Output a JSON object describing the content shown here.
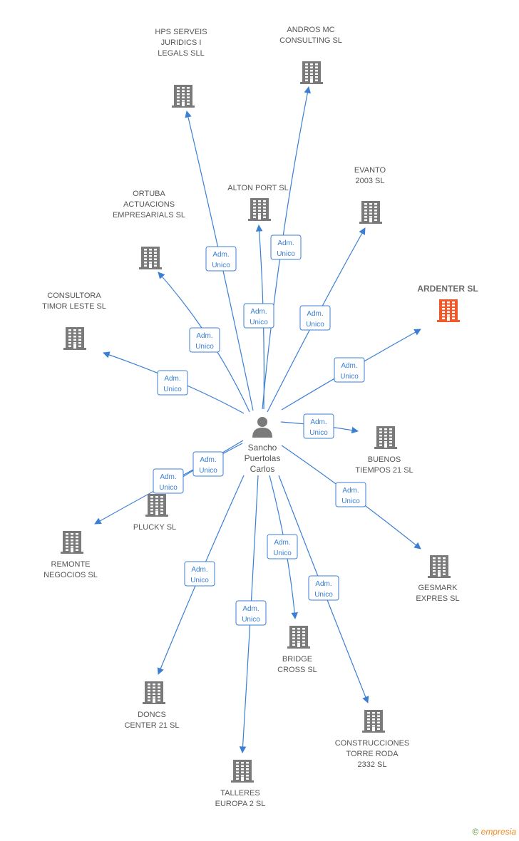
{
  "center": {
    "name_lines": [
      "Sancho",
      "Puertolas",
      "Carlos"
    ],
    "icon": "person-icon"
  },
  "edge_label_lines": [
    "Adm.",
    "Unico"
  ],
  "colors": {
    "edge": "#3b7fd4",
    "building": "#7a7a7a",
    "highlight_building": "#f05a2a",
    "person": "#7a7a7a"
  },
  "companies": [
    {
      "id": "hps",
      "lines": [
        "HPS SERVEIS",
        "JURIDICS I",
        "LEGALS SLL"
      ]
    },
    {
      "id": "andros",
      "lines": [
        "ANDROS MC",
        "CONSULTING SL"
      ]
    },
    {
      "id": "alton",
      "lines": [
        "ALTON PORT SL"
      ]
    },
    {
      "id": "evanto",
      "lines": [
        "EVANTO",
        "2003 SL"
      ]
    },
    {
      "id": "ortuba",
      "lines": [
        "ORTUBA",
        "ACTUACIONS",
        "EMPRESARIALS SL"
      ]
    },
    {
      "id": "ardenter",
      "lines": [
        "ARDENTER SL"
      ],
      "highlight": true
    },
    {
      "id": "consultora",
      "lines": [
        "CONSULTORA",
        "TIMOR LESTE SL"
      ]
    },
    {
      "id": "buenos",
      "lines": [
        "BUENOS",
        "TIEMPOS 21 SL"
      ]
    },
    {
      "id": "plucky",
      "lines": [
        "PLUCKY SL"
      ]
    },
    {
      "id": "remonte",
      "lines": [
        "REMONTE",
        "NEGOCIOS SL"
      ]
    },
    {
      "id": "gesmark",
      "lines": [
        "GESMARK",
        "EXPRES SL"
      ]
    },
    {
      "id": "bridge",
      "lines": [
        "BRIDGE",
        "CROSS SL"
      ]
    },
    {
      "id": "doncs",
      "lines": [
        "DONCS",
        "CENTER 21 SL"
      ]
    },
    {
      "id": "construcciones",
      "lines": [
        "CONSTRUCCIONES",
        "TORRE RODA",
        "2332 SL"
      ]
    },
    {
      "id": "talleres",
      "lines": [
        "TALLERES",
        "EUROPA 2 SL"
      ]
    }
  ],
  "footer": {
    "copyright": "©",
    "brand": "empresia"
  }
}
